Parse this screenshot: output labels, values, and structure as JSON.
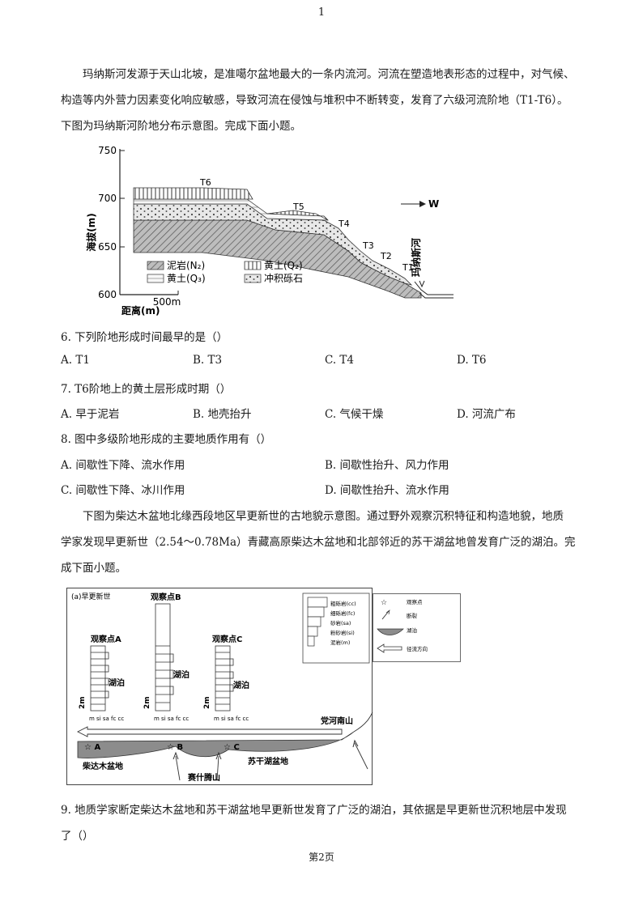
{
  "header": {
    "page_number": "1"
  },
  "intro1": {
    "line1": "玛纳斯河发源于天山北坡，是准噶尔盆地最大的一条内流河。河流在塑造地表形态的过程中，对气候、",
    "line2": "构造等内外营力因素变化响应敏感，导致河流在侵蚀与堆积中不断转变，发育了六级河流阶地（T1-T6）。",
    "line3": "下图为玛纳斯河阶地分布示意图。完成下面小题。"
  },
  "figure1": {
    "y_axis_label": "海拔(m)",
    "y_ticks": [
      "750",
      "700",
      "650",
      "600"
    ],
    "scale_label": "500m",
    "x_axis_label": "距离(m)",
    "terraces": [
      "T6",
      "T5",
      "T4",
      "T3",
      "T2",
      "T1"
    ],
    "direction": "W",
    "river_label": "玛纳斯河",
    "legend": {
      "mudstone": "泥岩(N₂)",
      "loess_q3": "黄土(Q₃)",
      "loess_q2": "黄土(Q₂)",
      "gravel": "冲积砾石"
    }
  },
  "q6": {
    "stem": "6. 下列阶地形成时间最早的是（）",
    "options": [
      "A. T1",
      "B. T3",
      "C. T4",
      "D. T6"
    ]
  },
  "q7": {
    "stem": "7. T6阶地上的黄土层形成时期（）",
    "options": [
      "A.  早于泥岩",
      "B.  地壳抬升",
      "C.  气候干燥",
      "D.  河流广布"
    ]
  },
  "q8": {
    "stem": "8. 图中多级阶地形成的主要地质作用有（）",
    "options": [
      "A.  间歇性下降、流水作用",
      "B.  间歇性抬升、风力作用",
      "C.  间歇性下降、冰川作用",
      "D.  间歇性抬升、流水作用"
    ]
  },
  "intro2": {
    "line1": "下图为柴达木盆地北缘西段地区早更新世的古地貌示意图。通过野外观察沉积特征和构造地貌，地质",
    "line2": "学家发现早更新世（2.54～0.78Ma）青藏高原柴达木盆地和北部邻近的苏干湖盆地曾发育广泛的湖泊。完",
    "line3": "成下面小题。"
  },
  "figure2": {
    "panel_title": "(a)早更新世",
    "point_a": "观察点A",
    "point_b": "观察点B",
    "point_c": "观察点C",
    "lake_label": "湖泊",
    "scale": "2m",
    "grain_labels": "m si sa fc cc",
    "basin1": "柴达木盆地",
    "basin2": "苏干湖盆地",
    "mountain1": "赛什腾山",
    "mountain2": "党河南山",
    "marker_a": "☆ A",
    "marker_b": "☆ B",
    "marker_c": "☆ C",
    "legend_rocks": [
      "粗砾岩(cc)",
      "细砾岩(fc)",
      "砂岩(sa)",
      "粉砂岩(si)",
      "泥岩(m)"
    ],
    "legend_symbols": [
      "观察点",
      "断裂",
      "湖泊",
      "径流方向"
    ]
  },
  "q9": {
    "line1": "9. 地质学家断定柴达木盆地和苏干湖盆地早更新世发育了广泛的湖泊，其依据是早更新世沉积地层中发现",
    "line2": "了（）"
  },
  "footer": {
    "page_label": "第2页"
  }
}
